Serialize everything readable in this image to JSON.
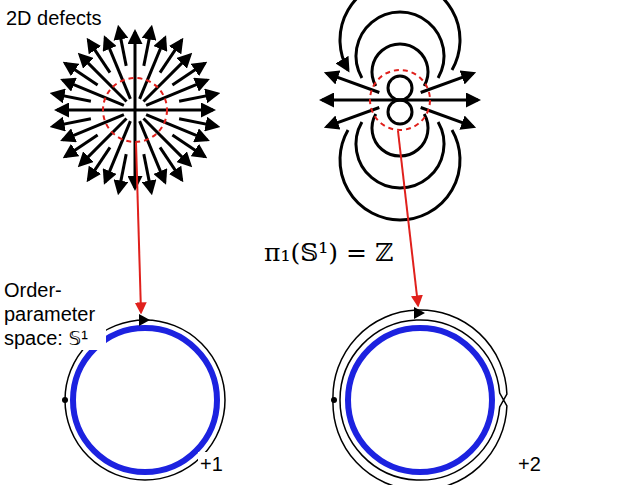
{
  "diagram": {
    "labels": [
      "2D defects",
      "π₁(𝕊¹) = ℤ",
      "Order-parameter space: 𝕊¹",
      "+1",
      "+2"
    ]
  }
}
